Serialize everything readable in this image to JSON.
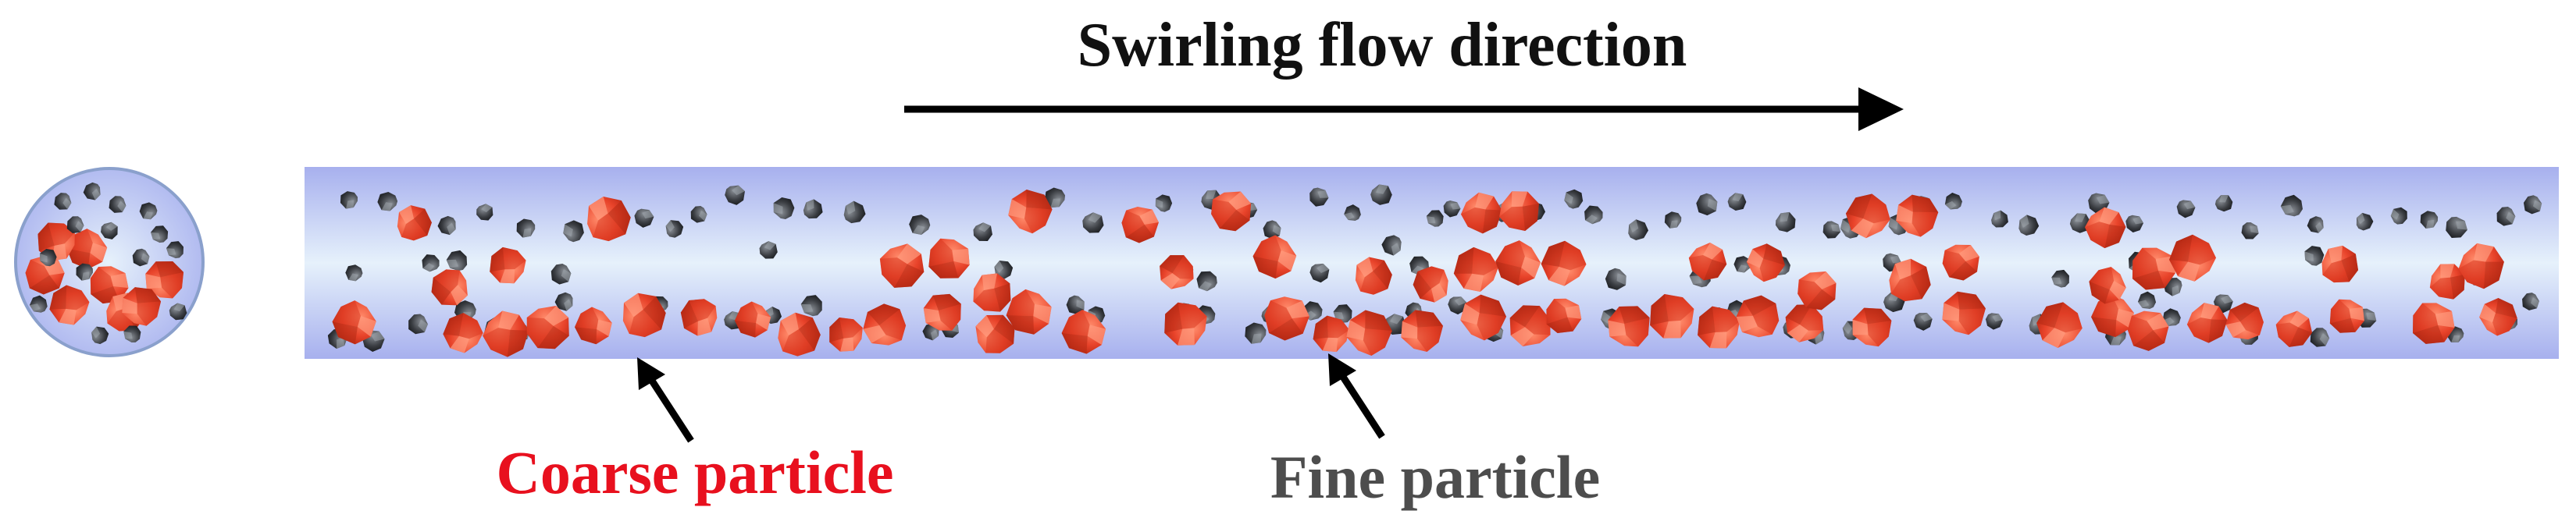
{
  "diagram": {
    "title": "Swirling flow direction",
    "labels": {
      "coarse": "Coarse particle",
      "fine": "Fine particle"
    },
    "colors": {
      "coarse_particle": "#e8432a",
      "coarse_label": "#e8101e",
      "fine_particle": "#3a3d42",
      "fine_label": "#4d4d4d",
      "pipe_edge": "#a7b0ee",
      "pipe_center": "#e6f1fb",
      "arrow": "#000000"
    },
    "icons": {
      "flow_arrow": "arrow-right-icon",
      "pointer_arrow": "arrow-up-left-icon"
    }
  }
}
